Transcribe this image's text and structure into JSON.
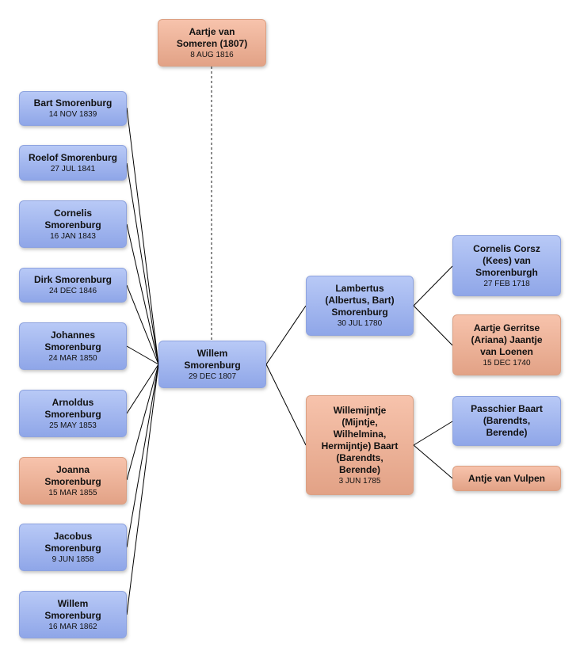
{
  "people": {
    "spouse": {
      "name": "Aartje van\nSomeren   (1807)",
      "date": "8 AUG 1816"
    },
    "root": {
      "name": "Willem\nSmorenburg",
      "date": "29 DEC 1807"
    },
    "father": {
      "name": "Lambertus\n(Albertus, Bart)\nSmorenburg",
      "date": "30 JUL 1780"
    },
    "mother": {
      "name": "Willemijntje\n(Mijntje,\nWilhelmina,\nHermijntje) Baart\n(Barendts,\nBerende)",
      "date": "3 JUN 1785"
    },
    "pgf": {
      "name": "Cornelis Corsz\n(Kees) van\nSmorenburgh",
      "date": "27 FEB 1718"
    },
    "pgm": {
      "name": "Aartje Gerritse\n(Ariana) Jaantje\nvan Loenen",
      "date": "15 DEC 1740"
    },
    "mgf": {
      "name": "Passchier Baart\n(Barendts,\nBerende)",
      "date": ""
    },
    "mgm": {
      "name": "Antje van Vulpen",
      "date": ""
    },
    "child1": {
      "name": "Bart Smorenburg",
      "date": "14 NOV 1839"
    },
    "child2": {
      "name": "Roelof Smorenburg",
      "date": "27 JUL 1841"
    },
    "child3": {
      "name": "Cornelis\nSmorenburg",
      "date": "16 JAN 1843"
    },
    "child4": {
      "name": "Dirk Smorenburg",
      "date": "24 DEC 1846"
    },
    "child5": {
      "name": "Johannes\nSmorenburg",
      "date": "24 MAR 1850"
    },
    "child6": {
      "name": "Arnoldus\nSmorenburg",
      "date": "25 MAY 1853"
    },
    "child7": {
      "name": "Joanna\nSmorenburg",
      "date": "15 MAR 1855"
    },
    "child8": {
      "name": "Jacobus\nSmorenburg",
      "date": "9 JUN 1858"
    },
    "child9": {
      "name": "Willem\nSmorenburg",
      "date": "16 MAR 1862"
    }
  },
  "colors": {
    "male": "#9fb3ee",
    "female": "#eeb195",
    "connector": "#000000"
  }
}
